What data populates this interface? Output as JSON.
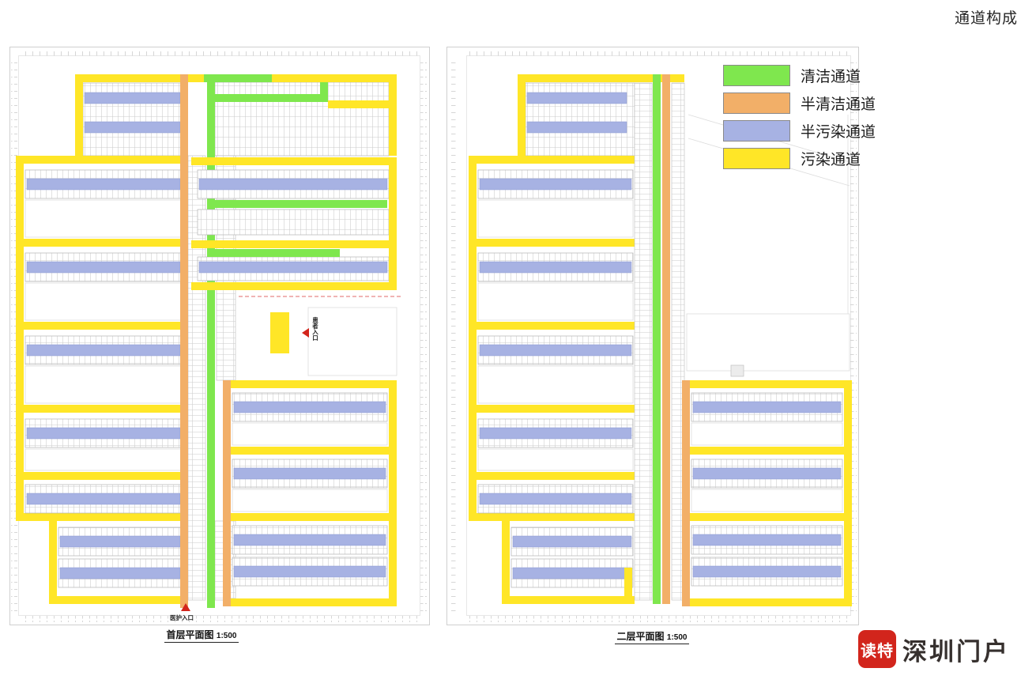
{
  "title": "通道构成",
  "colors": {
    "green": "#7fe74e",
    "orange": "#f2af68",
    "blue": "#a7b2e3",
    "yellow": "#ffe627",
    "red": "#d2251c"
  },
  "legend": {
    "items": [
      {
        "label": "清洁通道",
        "color": "#7fe74e"
      },
      {
        "label": "半清洁通道",
        "color": "#f2af68"
      },
      {
        "label": "半污染通道",
        "color": "#a7b2e3"
      },
      {
        "label": "污染通道",
        "color": "#ffe627"
      }
    ]
  },
  "plans": {
    "first_floor": {
      "caption": "首层平面图",
      "scale": "1:500",
      "patient_entrance": "患者入口",
      "staff_entrance": "医护入口"
    },
    "second_floor": {
      "caption": "二层平面图",
      "scale": "1:500"
    }
  },
  "logo": {
    "badge": "读特",
    "wordmark": "深圳门户"
  }
}
